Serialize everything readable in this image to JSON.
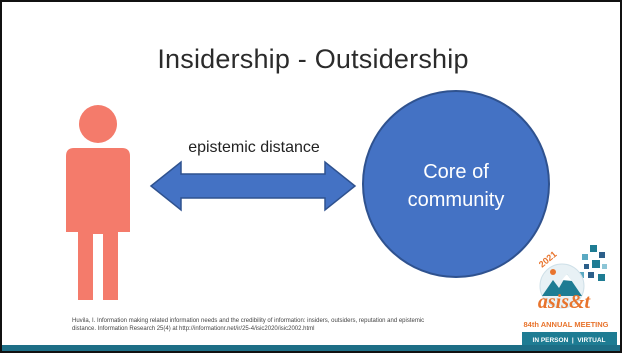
{
  "slide": {
    "title": "Insidership - Outsidership",
    "arrow_label": "epistemic distance",
    "circle_lines": [
      "Core of",
      "community"
    ],
    "citation_lines": [
      "Huvila, I. Information making related information needs and the credibility of information: insiders, outsiders, reputation and epistemic",
      "distance. Information Research  25(4) at http://informationr.net/ir/25-4/isic2020/isic2002.html"
    ]
  },
  "logo": {
    "year": "2021",
    "brand": "asis&t",
    "meeting": "84th ANNUAL MEETING",
    "mode": "IN PERSON  |  VIRTUAL"
  },
  "colors": {
    "person": "#f47b6b",
    "arrow_fill": "#4472c4",
    "arrow_stroke": "#2f528f",
    "circle_fill": "#4472c4",
    "circle_stroke": "#2f528f",
    "logo_orange": "#e8742d",
    "logo_teal": "#1e7c93",
    "logo_blue": "#2c5f8a"
  }
}
